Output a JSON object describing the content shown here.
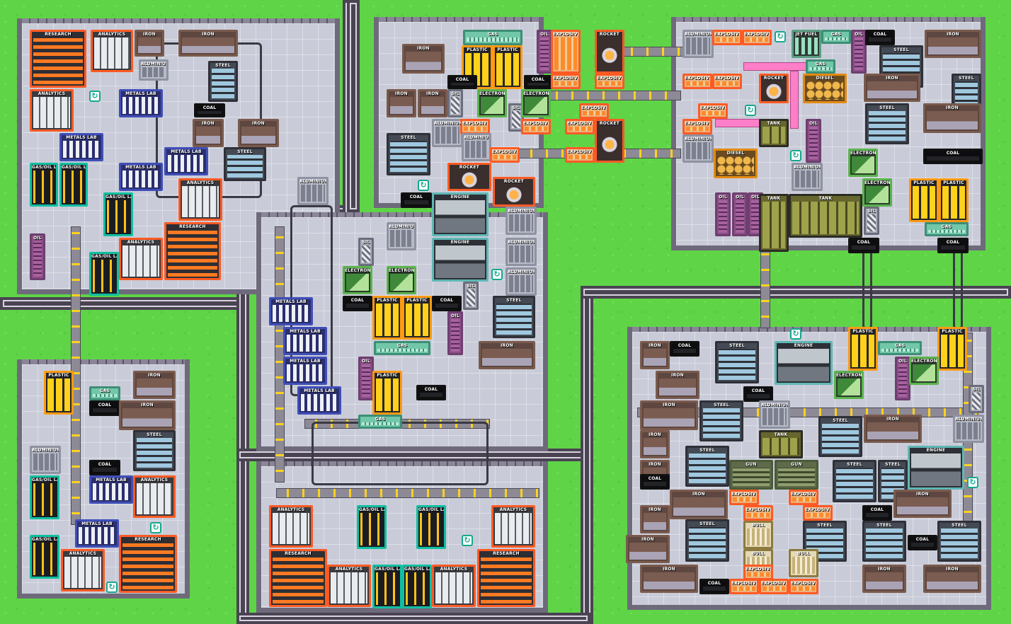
{
  "game": {
    "labels": {
      "research": "RESEARCH",
      "analytics": "ANALYTICS",
      "iron": "IRON",
      "aluminium": "ALUMINIUM",
      "steel": "STEEL",
      "metals_lab": "METALS LAB",
      "coal": "COAL",
      "gas_oil_lab": "GAS/OIL LAB",
      "oil": "OIL",
      "plastic": "PLASTIC",
      "gas": "GAS",
      "explosives": "EXPLOSIVES",
      "rocket": "ROCKET",
      "electronic": "ELECTRONIC",
      "sil": "SIL",
      "engine": "ENGINE",
      "tank": "TANK",
      "diesel": "DIESEL",
      "jet_fuel": "JET FUEL",
      "gun": "GUN",
      "bull": "BULL",
      "recycle_glyph": "↻"
    },
    "colors": {
      "grass": "#5fd447",
      "road": "#4a4352",
      "floor": "#c9ccd8",
      "conveyor_arrow": "#ffd21f",
      "explosives_border": "#ff5a24",
      "plastic_border": "#ff9a12",
      "metals_border": "#3f4eb8",
      "lab_border": "#0fbfa0"
    }
  }
}
